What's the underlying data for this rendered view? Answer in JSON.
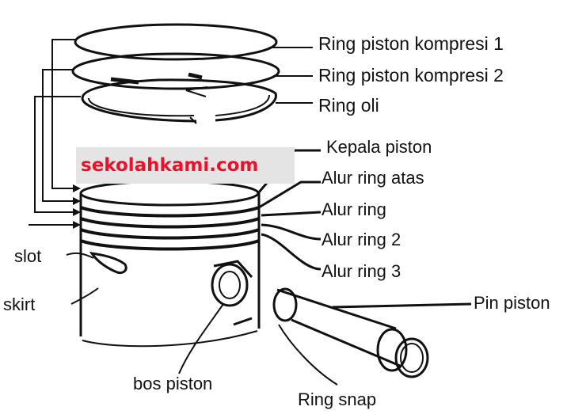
{
  "watermark": {
    "text": "sekolahkami.com",
    "color": "#e8122a"
  },
  "labels": {
    "ring_kompresi_1": "Ring piston kompresi 1",
    "ring_kompresi_2": "Ring piston kompresi 2",
    "ring_oli": "Ring oli",
    "kepala_piston": "Kepala piston",
    "alur_ring_atas": "Alur ring atas",
    "alur_ring": "Alur ring",
    "alur_ring_2": "Alur ring 2",
    "alur_ring_3": "Alur ring 3",
    "pin_piston": "Pin piston",
    "slot": "slot",
    "skirt": "skirt",
    "bos_piston": "bos piston",
    "ring_snap": "Ring snap"
  }
}
